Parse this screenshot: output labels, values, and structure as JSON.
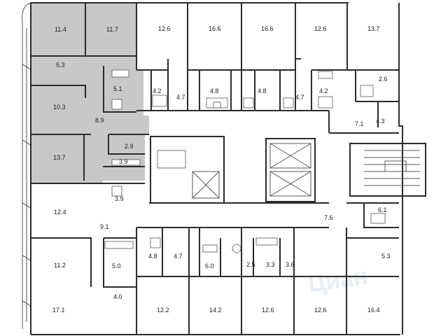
{
  "plan": {
    "highlight_color": "#c8c8c8",
    "wall_color": "#2b2b2b",
    "watermark_text": "Циан",
    "rooms": [
      {
        "id": "r1",
        "area": "11.4",
        "highlighted": true
      },
      {
        "id": "r2",
        "area": "11.7",
        "highlighted": true
      },
      {
        "id": "r3",
        "area": "5.3",
        "highlighted": true
      },
      {
        "id": "r4",
        "area": "5.1",
        "highlighted": true
      },
      {
        "id": "r5",
        "area": "10.3",
        "highlighted": true
      },
      {
        "id": "r6",
        "area": "8.9",
        "highlighted": true
      },
      {
        "id": "r7",
        "area": "2.9",
        "highlighted": true
      },
      {
        "id": "r8",
        "area": "13.7",
        "highlighted": true
      },
      {
        "id": "r9",
        "area": "3.9",
        "highlighted": true
      },
      {
        "id": "r10",
        "area": "12.6"
      },
      {
        "id": "r11",
        "area": "16.6"
      },
      {
        "id": "r12",
        "area": "16.6"
      },
      {
        "id": "r13",
        "area": "12.6"
      },
      {
        "id": "r14",
        "area": "13.7"
      },
      {
        "id": "r15",
        "area": "4.2"
      },
      {
        "id": "r16",
        "area": "4.7"
      },
      {
        "id": "r17",
        "area": "4.8"
      },
      {
        "id": "r18",
        "area": "4.8"
      },
      {
        "id": "r19",
        "area": "4.7"
      },
      {
        "id": "r20",
        "area": "4.2"
      },
      {
        "id": "r21",
        "area": "2.6"
      },
      {
        "id": "r22",
        "area": "7.1"
      },
      {
        "id": "r23",
        "area": "4.3"
      },
      {
        "id": "r24",
        "area": "12.4"
      },
      {
        "id": "r25",
        "area": "3.9"
      },
      {
        "id": "r26",
        "area": "9.1"
      },
      {
        "id": "r27",
        "area": "7.6"
      },
      {
        "id": "r28",
        "area": "6.1"
      },
      {
        "id": "r29",
        "area": "11.2"
      },
      {
        "id": "r30",
        "area": "4.8"
      },
      {
        "id": "r31",
        "area": "4.7"
      },
      {
        "id": "r32",
        "area": "6.0"
      },
      {
        "id": "r33",
        "area": "2.5"
      },
      {
        "id": "r34",
        "area": "3.3"
      },
      {
        "id": "r35",
        "area": "3.6"
      },
      {
        "id": "r36",
        "area": "5.3"
      },
      {
        "id": "r37",
        "area": "5.0"
      },
      {
        "id": "r38",
        "area": "17.1"
      },
      {
        "id": "r39",
        "area": "4.0"
      },
      {
        "id": "r40",
        "area": "12.2"
      },
      {
        "id": "r41",
        "area": "14.2"
      },
      {
        "id": "r42",
        "area": "12.6"
      },
      {
        "id": "r43",
        "area": "12.6"
      },
      {
        "id": "r44",
        "area": "16.4"
      }
    ]
  }
}
